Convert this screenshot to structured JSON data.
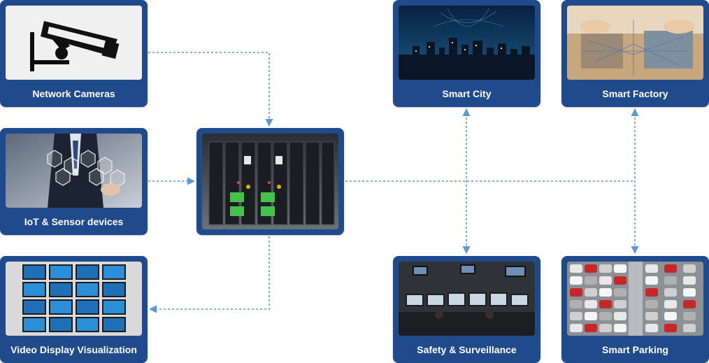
{
  "devices": [
    {
      "id": "network-cameras",
      "label": "Network Cameras"
    },
    {
      "id": "iot-sensor",
      "label": "IoT & Sensor devices"
    },
    {
      "id": "video-display",
      "label": "Video Display Visualization"
    }
  ],
  "applications": [
    {
      "id": "smart-city",
      "label": "Smart City"
    },
    {
      "id": "smart-factory",
      "label": "Smart Factory"
    },
    {
      "id": "safety-surveillance",
      "label": "Safety & Surveillance"
    },
    {
      "id": "smart-parking",
      "label": "Smart Parking"
    }
  ],
  "colors": {
    "card": "#1f4a8c",
    "connector": "#5b9bd5"
  }
}
